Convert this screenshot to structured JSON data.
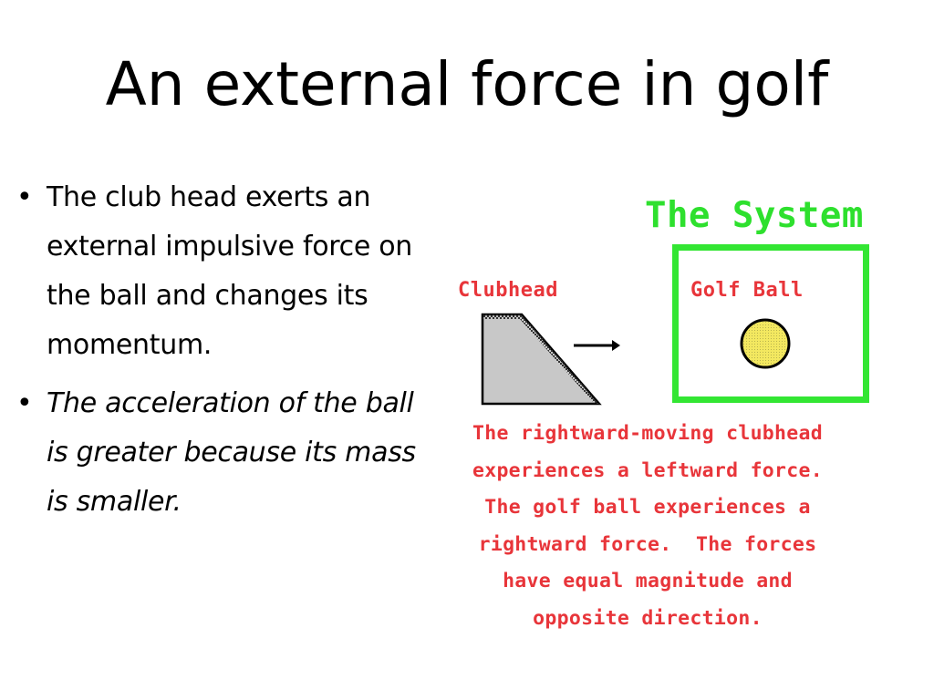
{
  "slide": {
    "title": "An external force in golf",
    "bullets": [
      {
        "text": "The club head exerts an external impulsive force on the ball and changes its momentum.",
        "style": "normal"
      },
      {
        "text": " The acceleration of the ball is greater because its mass is smaller.",
        "style": "italic"
      }
    ],
    "bullet_glyph": "•"
  },
  "figure": {
    "system_title": "The System",
    "clubhead_label": "Clubhead",
    "golf_ball_label": "Golf Ball",
    "caption_lines": [
      "The rightward-moving clubhead",
      "experiences a leftward force.",
      "The golf ball experiences a",
      "rightward force.  The forces",
      "have equal magnitude and",
      "opposite direction."
    ],
    "colors": {
      "system": "#33e633",
      "label": "#e8353a",
      "ball": "#f3e860",
      "clubhead": "#c8c8c8"
    },
    "icons": [
      "clubhead-icon",
      "arrow-right-icon",
      "golf-ball-icon"
    ]
  }
}
